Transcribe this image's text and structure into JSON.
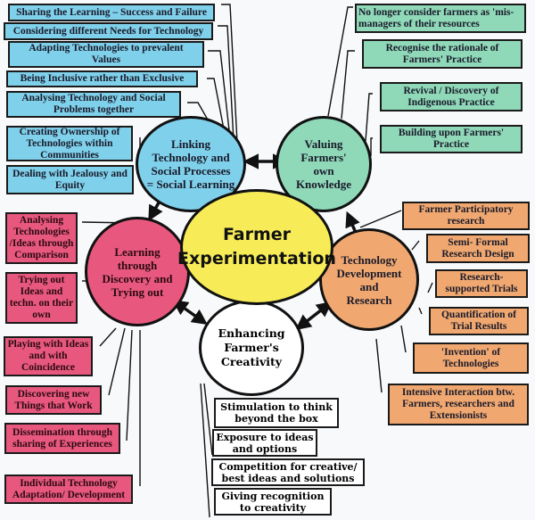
{
  "center": {
    "label": "Farmer\nExperimentation"
  },
  "colors": {
    "center": "#f7ec58",
    "social_learning": "#7fd0ea",
    "farmer_knowledge": "#8fd8b8",
    "tech_development": "#f0a870",
    "learning_discovery": "#e8587e",
    "creativity": "#ffffff"
  },
  "hubs": {
    "social_learning": {
      "label": "Linking\nTechnology and\nSocial Processes\n= Social Learning"
    },
    "farmer_knowledge": {
      "label": "Valuing\nFarmers'\nown\nKnowledge"
    },
    "tech_development": {
      "label": "Technology\nDevelopment\nand\nResearch"
    },
    "learning_discovery": {
      "label": "Learning\nthrough\nDiscovery and\nTrying out"
    },
    "creativity": {
      "label": "Enhancing\nFarmer's\nCreativity"
    }
  },
  "social_learning_items": [
    "Sharing the Learning – Success and Failure",
    "Considering different Needs for Technology",
    "Adapting Technologies to prevalent\nValues",
    "Being Inclusive rather than Exclusive",
    "Analysing Technology and Social\nProblems together",
    "Creating Ownership of\nTechnologies within\nCommunities",
    "Dealing with Jealousy and\nEquity"
  ],
  "farmer_knowledge_items": [
    "No longer consider farmers as 'mis-\nmanagers of their resources",
    "Recognise the rationale of\nFarmers' Practice",
    "Revival / Discovery of\nIndigenous Practice",
    "Building upon Farmers'\nPractice"
  ],
  "tech_development_items": [
    "Farmer Participatory\nresearch",
    "Semi- Formal\nResearch Design",
    "Research-\nsupported Trials",
    "Quantification of\nTrial Results",
    "'Invention' of\nTechnologies",
    "Intensive Interaction btw.\nFarmers, researchers and\nExtensionists"
  ],
  "learning_discovery_items": [
    "Analysing\nTechnologies\n/Ideas through\nComparison",
    "Trying out\nIdeas and\ntechn. on their\nown",
    "Playing with Ideas\nand with\nCoincidence",
    "Discovering new\nThings that Work",
    "Dissemination through\nsharing of Experiences",
    "Individual Technology\nAdaptation/ Development"
  ],
  "creativity_items": [
    "Stimulation to think\nbeyond the box",
    "Exposure to ideas\nand options",
    "Competition for creative/\nbest ideas and solutions",
    "Giving recognition\nto creativity"
  ]
}
